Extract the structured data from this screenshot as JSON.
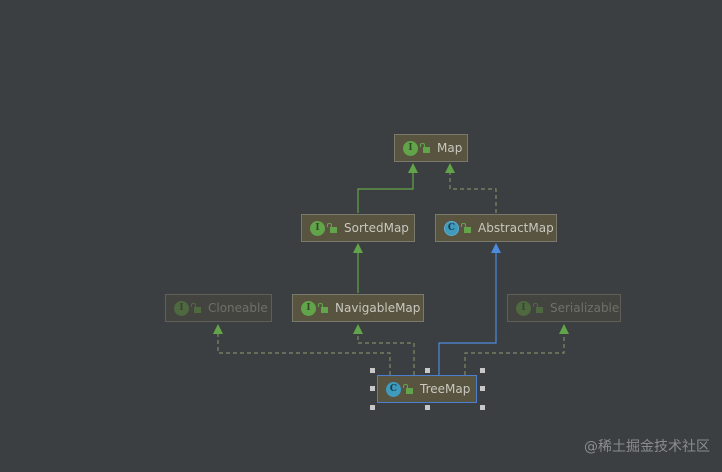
{
  "diagram": {
    "title": "TreeMap hierarchy",
    "nodes": [
      {
        "id": "map",
        "label": "Map",
        "kind": "interface",
        "badge": "I",
        "faded": false
      },
      {
        "id": "sortedmap",
        "label": "SortedMap",
        "kind": "interface",
        "badge": "I",
        "faded": false
      },
      {
        "id": "abstractmap",
        "label": "AbstractMap",
        "kind": "abstract-class",
        "badge": "C",
        "faded": false
      },
      {
        "id": "cloneable",
        "label": "Cloneable",
        "kind": "interface",
        "badge": "I",
        "faded": true
      },
      {
        "id": "navigablemap",
        "label": "NavigableMap",
        "kind": "interface",
        "badge": "I",
        "faded": false
      },
      {
        "id": "serializable",
        "label": "Serializable",
        "kind": "interface",
        "badge": "I",
        "faded": true
      },
      {
        "id": "treemap",
        "label": "TreeMap",
        "kind": "class",
        "badge": "C",
        "faded": false,
        "selected": true
      }
    ],
    "edges": [
      {
        "from": "sortedmap",
        "to": "map",
        "type": "extends"
      },
      {
        "from": "abstractmap",
        "to": "map",
        "type": "implements"
      },
      {
        "from": "navigablemap",
        "to": "sortedmap",
        "type": "extends"
      },
      {
        "from": "treemap",
        "to": "abstractmap",
        "type": "extends-class"
      },
      {
        "from": "treemap",
        "to": "cloneable",
        "type": "implements"
      },
      {
        "from": "treemap",
        "to": "navigablemap",
        "type": "implements"
      },
      {
        "from": "treemap",
        "to": "serializable",
        "type": "implements"
      }
    ],
    "colors": {
      "background": "#3c3f41",
      "extends": "#62a44a",
      "implements": "#62a44a",
      "extends_class": "#4b8bdc",
      "selection": "#4b7fcf"
    }
  },
  "watermark": "@稀土掘金技术社区"
}
